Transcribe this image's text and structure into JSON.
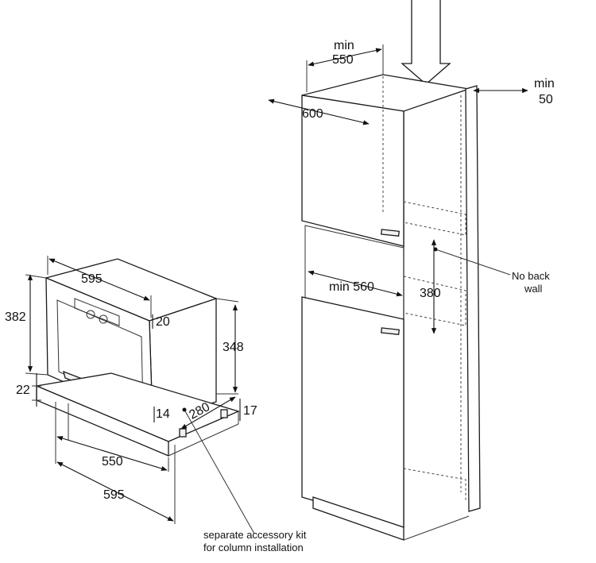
{
  "oven": {
    "width_label": "595",
    "height_label": "382",
    "depth_label": "20",
    "body_height_label": "348",
    "bottom_label": "22",
    "offset_label": "14",
    "depth2_label": "280",
    "small_label": "17",
    "niche_label": "550",
    "total_label": "595"
  },
  "column": {
    "min_label": "min",
    "depth_label": "550",
    "width_label": "600",
    "side_min_label": "min",
    "side_label": "50",
    "opening_label": "min 560",
    "opening_height_label": "380",
    "note_line1": "No back",
    "note_line2": "wall"
  },
  "accessory": {
    "line1": "separate accessory kit",
    "line2": "for column installation"
  },
  "colors": {
    "line": "#1a1a1a",
    "background": "#ffffff"
  }
}
